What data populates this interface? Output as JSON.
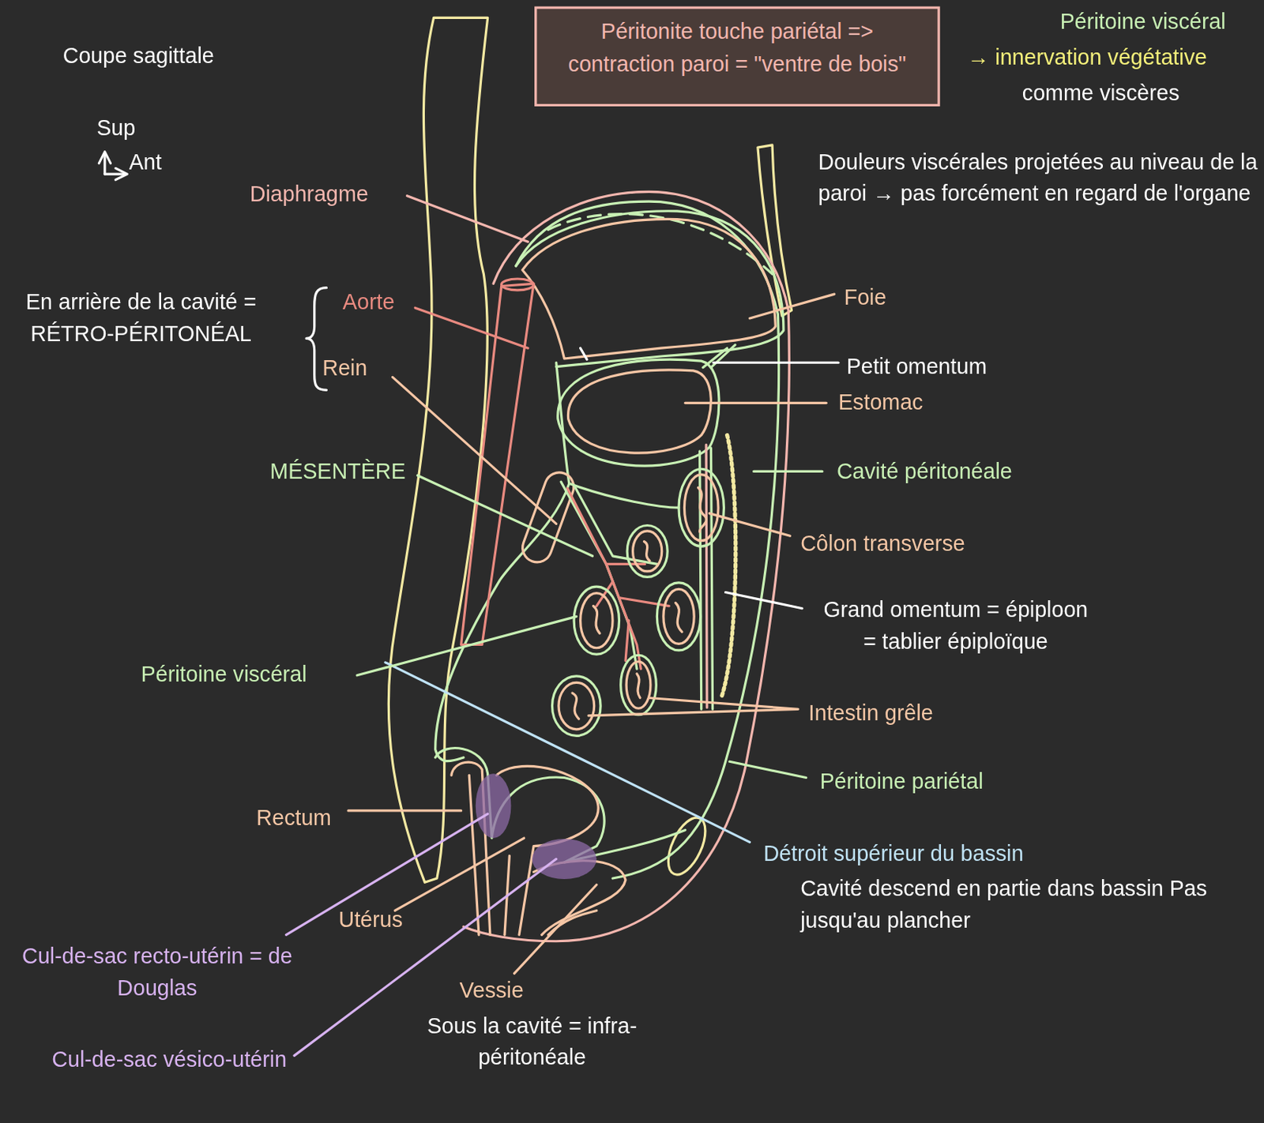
{
  "diagram": {
    "nodes": [
      {
        "text": [
          "Péritonite touche pariétal => contraction paroi = \"ventre de bois\""
        ]
      }
    ],
    "labels": [
      "Coupe sagittale",
      "Sup",
      "Ant",
      "Péritoine viscéral",
      "→ innervation végétative",
      "comme viscères",
      "Douleurs viscérales projetées au niveau de la paroi → pas forcément en regard de l'organe",
      "Diaphragme",
      "En arrière de la cavité = RÉTRO-PÉRITONÉAL",
      "Aorte",
      "Foie",
      "Rein",
      "Petit omentum",
      "Estomac",
      "MÉSENTÈRE",
      "Cavité péritonéale",
      "Côlon transverse",
      "Grand omentum = épiploon = tablier épiploïque",
      "Péritoine viscéral",
      "Intestin grêle",
      "Péritoine pariétal",
      "Rectum",
      "Détroit supérieur du bassin",
      "Cavité descend en partie dans bassin Pas jusqu'au plancher",
      "Utérus",
      "Cul-de-sac recto-utérin = de Douglas",
      "Vessie",
      "Sous la cavité = infra-péritonéale",
      "Cul-de-sac vésico-utérin"
    ]
  }
}
